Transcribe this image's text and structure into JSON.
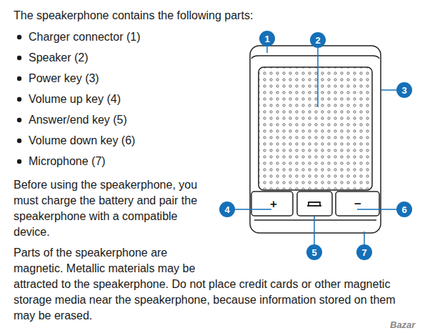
{
  "diagram": {
    "nodes": [
      {
        "text": [
          "1"
        ]
      },
      {
        "text": [
          "2"
        ]
      },
      {
        "text": [
          "3"
        ]
      },
      {
        "text": [
          "4"
        ]
      },
      {
        "text": [
          "6"
        ]
      },
      {
        "text": [
          "5"
        ]
      },
      {
        "text": [
          "7"
        ]
      }
    ],
    "labels": [
      "The speakerphone contains the following parts:",
      "Charger connector (1)",
      "Speaker (2)",
      "Power key (3)",
      "Volume up key (4)",
      "Answer/end key (5)",
      "Volume down key (6)",
      "Microphone (7)",
      "Before using the speakerphone, you must charge the battery and pair the speakerphone with a compatible device.",
      "Parts of the speakerphone are magnetic. Metallic materials may be attracted to the speakerphone. Do not place credit cards or other magnetic storage media near the speakerphone, because information stored on them may be erased.",
      "+",
      "−",
      "Bazar"
    ]
  }
}
